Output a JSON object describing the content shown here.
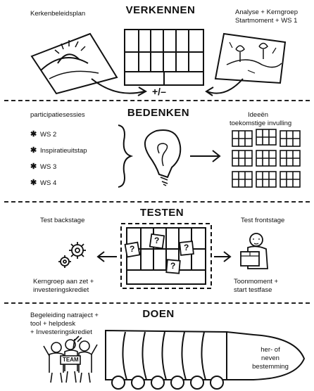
{
  "sections": {
    "verkennen": {
      "title": "VERKENNEN",
      "left_label": "Kerkenbeleidsplan",
      "right_label_line1": "Analyse + Kerngroep",
      "right_label_line2": "Startmoment + WS 1",
      "bottom_label": "+/–"
    },
    "bedenken": {
      "title": "BEDENKEN",
      "left_heading": "participatiesessies",
      "items": [
        "WS 2",
        "Inspiratieuitstap",
        "WS 3",
        "WS 4"
      ],
      "right_label_line1": "Ideeën",
      "right_label_line2": "toekomstige invulling"
    },
    "testen": {
      "title": "TESTEN",
      "left_top": "Test backstage",
      "right_top": "Test frontstage",
      "left_bottom_line1": "Kerngroep aan zet +",
      "left_bottom_line2": "investeringskrediet",
      "right_bottom_line1": "Toonmoment +",
      "right_bottom_line2": "start testfase",
      "question_mark": "?"
    },
    "doen": {
      "title": "DOEN",
      "left_line1": "Begeleiding natraject +",
      "left_line2": "tool + helpdesk",
      "left_line3": "+ Investeringskrediet",
      "team_label": "TEAM",
      "truck_label_line1": "her- of",
      "truck_label_line2": "neven",
      "truck_label_line3": "bestemming"
    }
  }
}
